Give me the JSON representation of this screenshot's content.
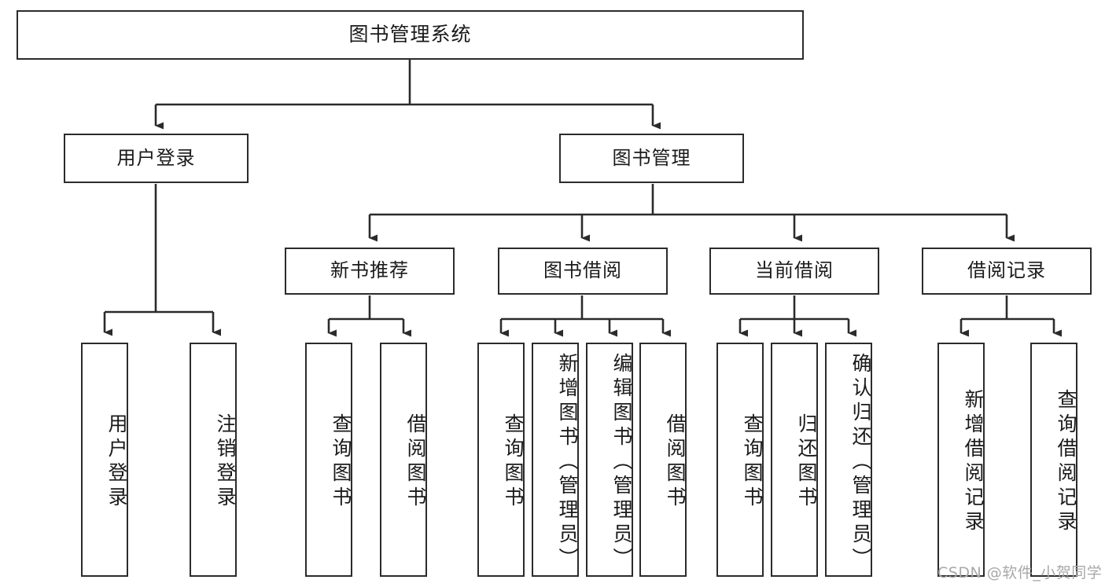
{
  "diagram": {
    "title": "图书管理系统",
    "watermark": "CSDN @软件_小贺同学",
    "level2": {
      "user_login": "用户登录",
      "book_manage": "图书管理"
    },
    "level3": {
      "new_book_rec": "新书推荐",
      "book_borrow": "图书借阅",
      "current_borrow": "当前借阅",
      "borrow_record": "借阅记录"
    },
    "leaves": {
      "user_login_1": "用户登录",
      "user_login_2": "注销登录",
      "new_book_rec_1": "查询图书",
      "new_book_rec_2": "借阅图书",
      "book_borrow_1": "查询图书",
      "book_borrow_2": "新增图书（管理员）",
      "book_borrow_3": "编辑图书（管理员）",
      "book_borrow_4": "借阅图书",
      "current_borrow_1": "查询图书",
      "current_borrow_2": "归还图书",
      "current_borrow_3": "确认归还（管理员）",
      "borrow_record_1": "新增借阅记录",
      "borrow_record_2": "查询借阅记录"
    },
    "colors": {
      "stroke": "#2b2b2b",
      "fill": "#ffffff",
      "text": "#1a1a1a",
      "watermark": "#a8a8a8"
    }
  }
}
